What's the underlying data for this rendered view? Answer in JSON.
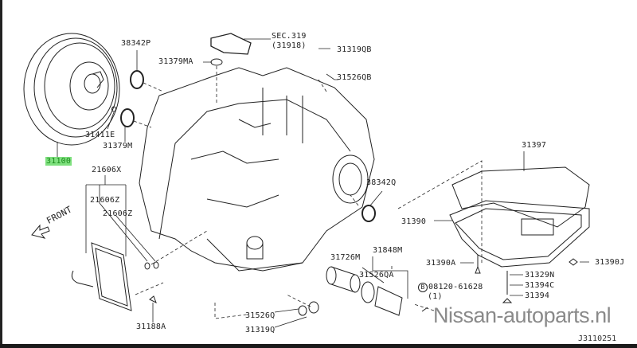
{
  "diagram": {
    "labels": {
      "p38342P": "38342P",
      "sec319": "SEC.319",
      "sec319_sub": "(31918)",
      "p31319QB": "31319QB",
      "p31379MA": "31379MA",
      "p31526QB": "31526QB",
      "p31411E": "31411E",
      "p31379M": "31379M",
      "p31100": "31100",
      "p21606X": "21606X",
      "p21606Z_a": "21606Z",
      "p21606Z_b": "21606Z",
      "front": "FRONT",
      "p31397": "31397",
      "p38342Q": "38342Q",
      "p31390": "31390",
      "p31726M": "31726M",
      "p31848M": "31848M",
      "p31526QA": "31526QA",
      "p31390A": "31390A",
      "p31390J": "31390J",
      "bolt_marker": "B",
      "p08120": "08120-61628",
      "p08120_qty": "(1)",
      "p31329N": "31329N",
      "p31394C": "31394C",
      "p31394": "31394",
      "p31188A": "31188A",
      "p31526Q": "31526Q",
      "p31319Q": "31319Q"
    },
    "highlighted_part": "31100",
    "highlight_color": "#7ee07e",
    "diagram_code": "J3110251"
  },
  "watermark": "Nissan-autoparts.nl"
}
